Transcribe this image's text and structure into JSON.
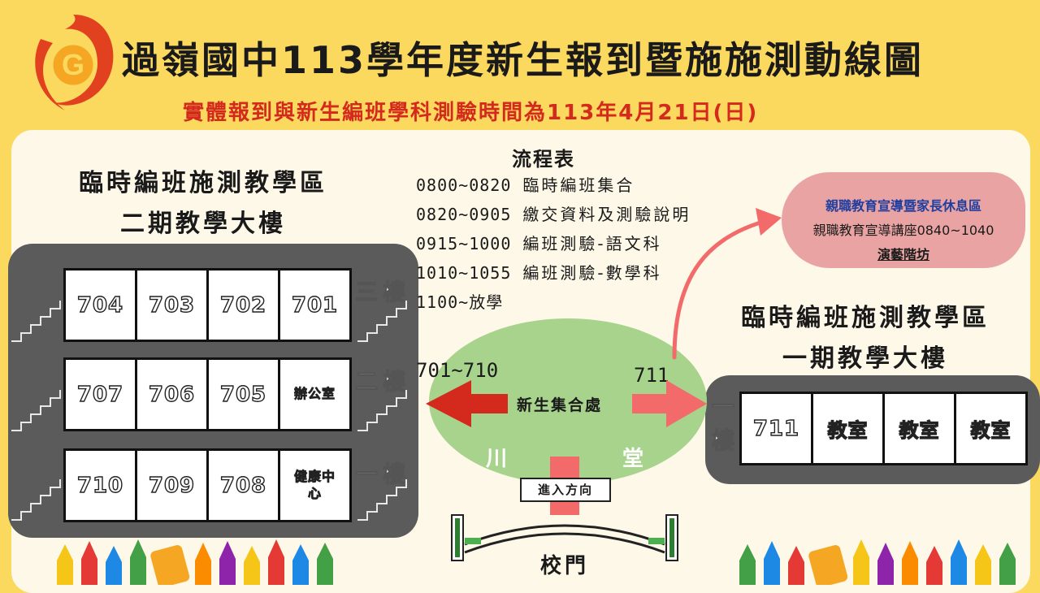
{
  "header": {
    "title": "過嶺國中113學年度新生報到暨施施測動線圖",
    "subtitle": "實體報到與新生編班學科測驗時間為113年4月21日(日)"
  },
  "left_building": {
    "title_line1": "臨時編班施測教學區",
    "title_line2": "二期教學大樓",
    "floors": [
      {
        "label": "三樓",
        "rooms": [
          "704",
          "703",
          "702",
          "701"
        ]
      },
      {
        "label": "二樓",
        "rooms": [
          "707",
          "706",
          "705",
          "辦公室"
        ]
      },
      {
        "label": "一樓",
        "rooms": [
          "710",
          "709",
          "708",
          "健康中心"
        ]
      }
    ]
  },
  "schedule": {
    "title": "流程表",
    "rows": [
      {
        "time": "0800~0820",
        "desc": "臨時編班集合"
      },
      {
        "time": "0820~0905",
        "desc": "繳交資料及測驗說明"
      },
      {
        "time": "0915~1000",
        "desc": "編班測驗-語文科"
      },
      {
        "time": "1010~1055",
        "desc": "編班測驗-數學科"
      },
      {
        "time": "1100~放學",
        "desc": ""
      }
    ]
  },
  "parent_zone": {
    "line1": "親職教育宣導暨家長休息區",
    "line2": "親職教育宣導講座0840~1040",
    "line3": "演藝階坊"
  },
  "right_building": {
    "title_line1": "臨時編班施測教學區",
    "title_line2": "一期教學大樓",
    "floor_label": "一樓",
    "rooms": [
      "711",
      "教室",
      "教室",
      "教室"
    ]
  },
  "hall": {
    "label": "新生集合處",
    "char_left": "川",
    "char_right": "堂",
    "range_left": "701~710",
    "range_right": "711"
  },
  "entry": {
    "label": "進入方向",
    "gate": "校門"
  },
  "colors": {
    "background": "#fbd85e",
    "arrow_red": "#d42a1e",
    "arrow_pink": "#f26a6a",
    "hall_green": "#a8d38d",
    "building_gray": "#5b5b5b"
  }
}
